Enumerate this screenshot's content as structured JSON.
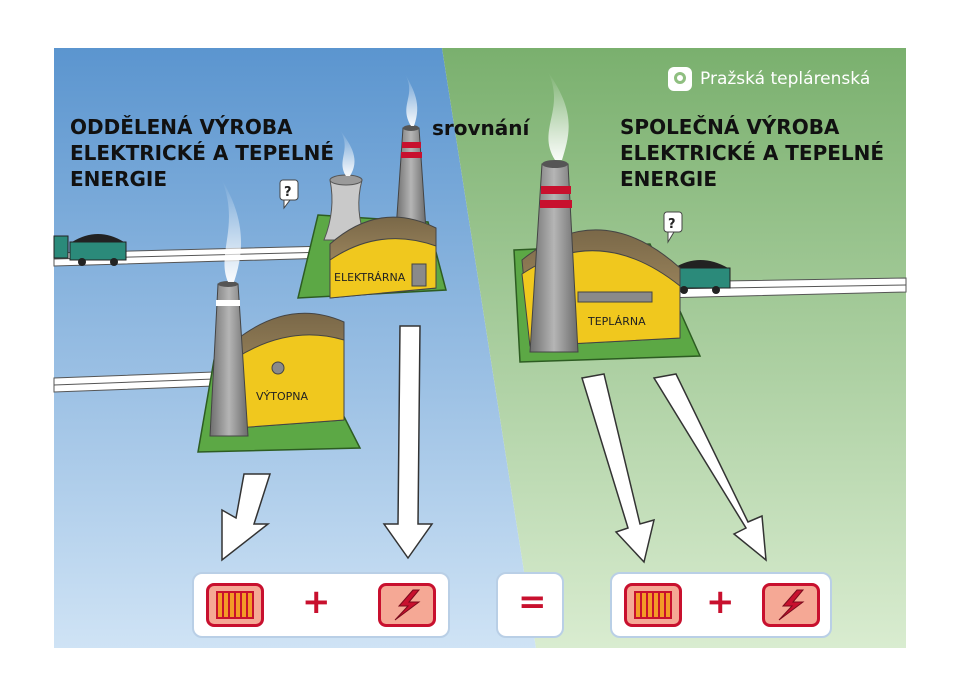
{
  "brand": {
    "name": "Pražská teplárenská",
    "logo_icon": "brand-logo-icon",
    "color": "#ffffff"
  },
  "left": {
    "heading": "ODDĚLENÁ VÝROBA\nELEKTRICKÉ A TEPELNÉ\nENERGIE",
    "plants": {
      "power_plant": "ELEKTRÁRNA",
      "heating_plant": "VÝTOPNA"
    },
    "bubble": "?",
    "background": "#a9cde9"
  },
  "middle": {
    "label": "srovnání"
  },
  "right": {
    "heading": "SPOLEČNÁ VÝROBA\nELEKTRICKÉ A TEPELNÉ\nENERGIE",
    "plants": {
      "chp_plant": "TEPLÁRNA"
    },
    "bubble": "?",
    "background": "#b9dbaa"
  },
  "equation": {
    "plus": "+",
    "equals": "=",
    "heat_icon": "radiator-icon",
    "power_icon": "lightning-icon",
    "accent": "#c8102e"
  }
}
